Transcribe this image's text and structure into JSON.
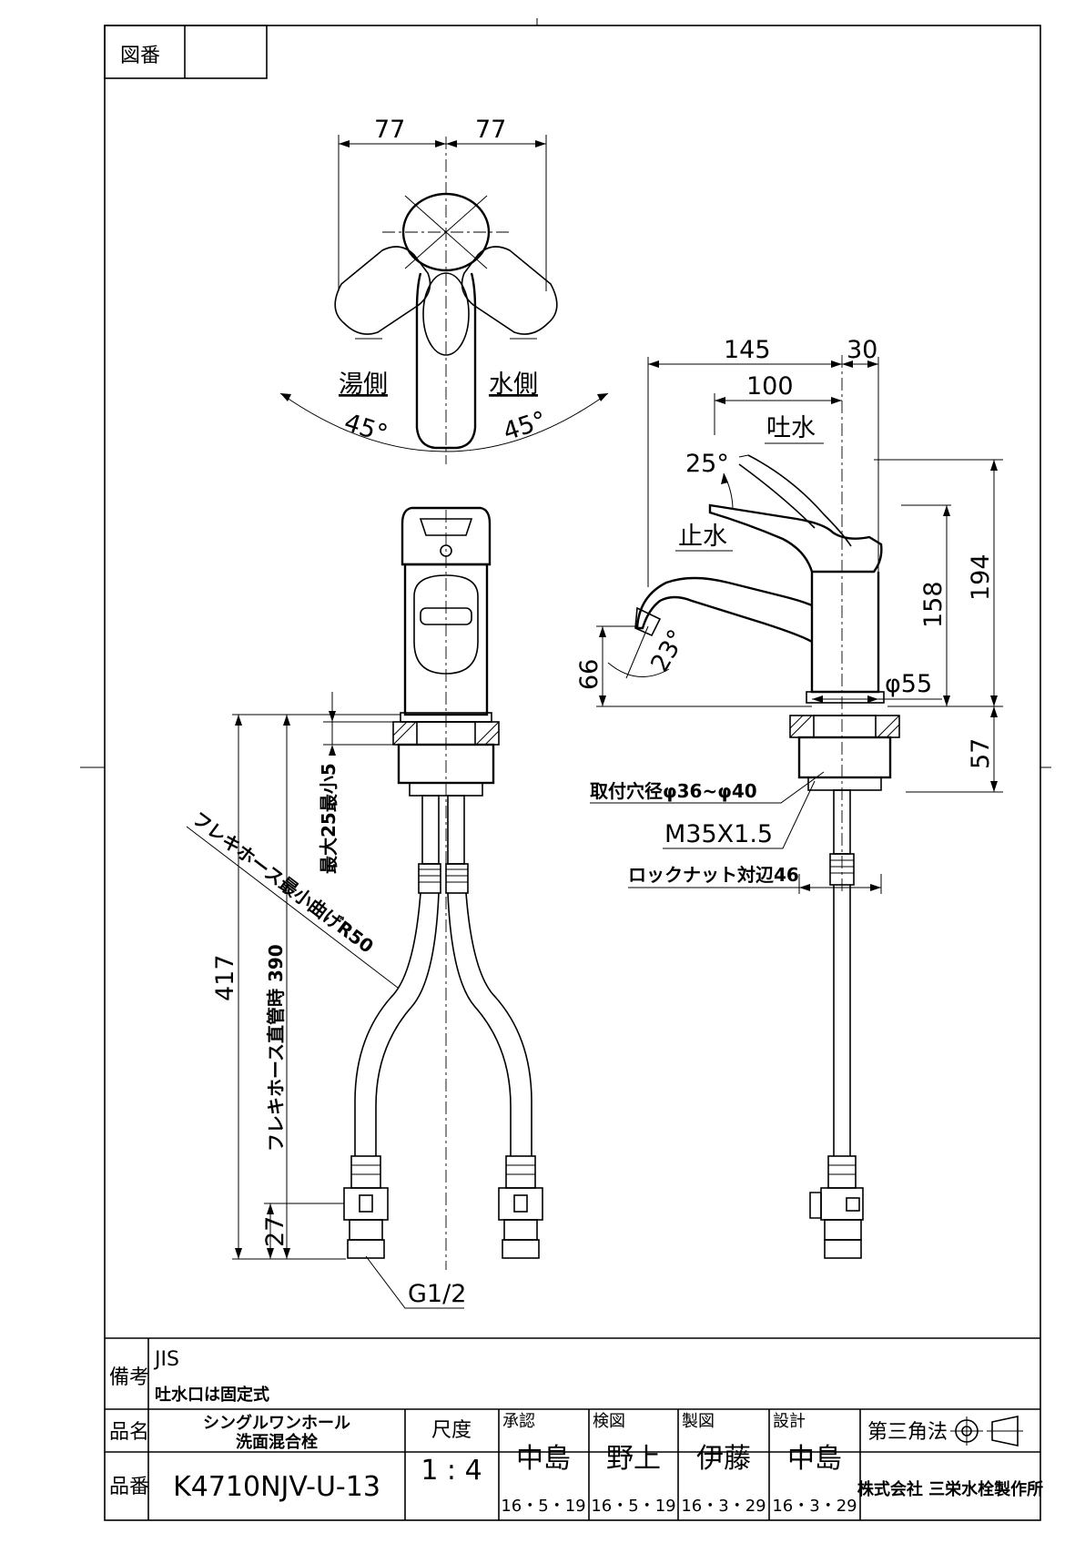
{
  "drawing_no_label": "図番",
  "drawing_no_value": "",
  "top_view": {
    "dim_left": "77",
    "dim_right": "77",
    "hot_label": "湯側",
    "cold_label": "水側",
    "angle_left": "45°",
    "angle_right": "45°"
  },
  "side_view": {
    "dim_145": "145",
    "dim_30": "30",
    "dim_100": "100",
    "open_label": "吐水",
    "angle_25": "25°",
    "close_label": "止水",
    "dim_194": "194",
    "dim_158": "158",
    "dim_66": "66",
    "angle_23": "23°",
    "dia_55": "φ55",
    "dim_57": "57",
    "mount_hole": "取付穴径φ36~φ40",
    "thread": "M35X1.5",
    "locknut": "ロックナット対辺46"
  },
  "front_view": {
    "dim_max25": "最大25最小5",
    "hose_bend": "フレキホース最小曲げR50",
    "dim_417": "417",
    "hose_straight": "フレキホース直管時 390",
    "dim_27": "27",
    "g_thread": "G1/2"
  },
  "title_block": {
    "notes_label": "備考",
    "note1": "JIS",
    "note2": "吐水口は固定式",
    "name_label": "品名",
    "name_line1": "シングルワンホール",
    "name_line2": "洗面混合栓",
    "code_label": "品番",
    "code_value": "K4710NJV-U-13",
    "scale_label": "尺度",
    "scale_value": "1 : 4",
    "approve_label": "承認",
    "approve_name": "中島",
    "approve_date": "16・5・19",
    "check_label": "検図",
    "check_name": "野上",
    "check_date": "16・5・19",
    "draw_label": "製図",
    "draw_name": "伊藤",
    "draw_date": "16・3・29",
    "design_label": "設計",
    "design_name": "中島",
    "design_date": "16・3・29",
    "projection": "第三角法",
    "company": "株式会社 三栄水栓製作所"
  }
}
